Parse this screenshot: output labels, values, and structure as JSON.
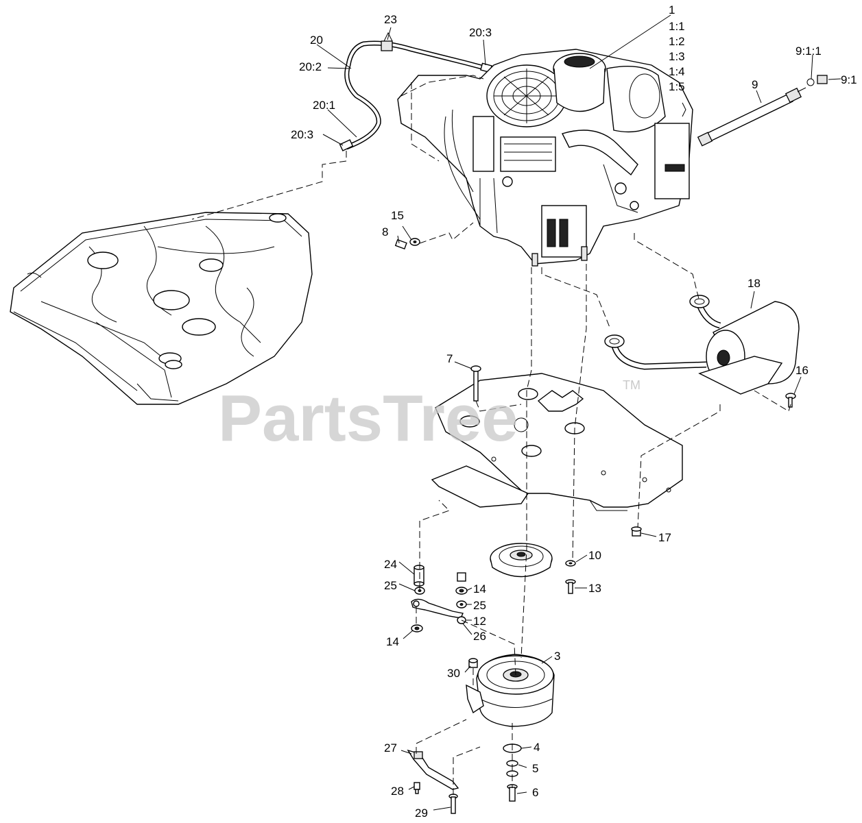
{
  "watermark": {
    "brand": "PartsTree",
    "trademark": "TM"
  },
  "callouts": {
    "c1": "1",
    "c1_1": "1:1",
    "c1_2": "1:2",
    "c1_3": "1:3",
    "c1_4": "1:4",
    "c1_5": "1:5",
    "c3": "3",
    "c4": "4",
    "c5": "5",
    "c6": "6",
    "c7": "7",
    "c8": "8",
    "c9": "9",
    "c9_1": "9:1",
    "c9_1_1": "9:1:1",
    "c10": "10",
    "c12": "12",
    "c13": "13",
    "c14a": "14",
    "c14b": "14",
    "c15": "15",
    "c16": "16",
    "c17": "17",
    "c18": "18",
    "c20": "20",
    "c20_1": "20:1",
    "c20_2": "20:2",
    "c20_3a": "20:3",
    "c20_3b": "20:3",
    "c23": "23",
    "c24": "24",
    "c25a": "25",
    "c25b": "25",
    "c26": "26",
    "c27": "27",
    "c28": "28",
    "c29": "29",
    "c30": "30"
  }
}
